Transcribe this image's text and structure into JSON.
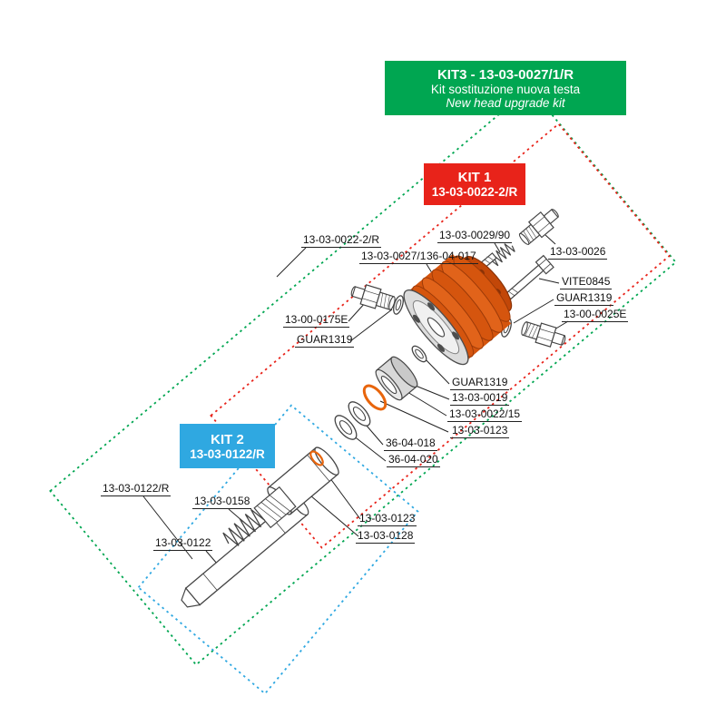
{
  "kit3": {
    "title": "KIT3 - 13-03-0027/1/R",
    "subtitle_it": "Kit sostituzione nuova testa",
    "subtitle_en": "New head upgrade kit",
    "color": "#00a651"
  },
  "kit1": {
    "title": "KIT 1",
    "code": "13-03-0022-2/R",
    "color": "#e8231a"
  },
  "kit2": {
    "title": "KIT 2",
    "code": "13-03-0122/R",
    "color": "#2fa8e1"
  },
  "colors": {
    "oring_orange": "#e8650c",
    "head_orange": "#d5550e",
    "outline_gray": "#444444"
  },
  "labels": {
    "head_kit_code": "13-03-0022-2/R",
    "head_casting": "13-03-0027/1",
    "screw_36_04_017": "36-04-017",
    "valve_spring": "13-03-0029/90",
    "top_fitting": "13-03-0026",
    "bolt_vite": "VITE0845",
    "gasket_right": "GUAR1319",
    "right_fitting": "13-00-0025E",
    "left_fitting": "13-00-0175E",
    "gasket_left": "GUAR1319",
    "gasket_bottom": "GUAR1319",
    "seal_ring": "13-03-0019",
    "seal_housing": "13-03-0022/15",
    "oring_upper": "13-03-0123",
    "washer_36_04_018": "36-04-018",
    "washer_36_04_020": "36-04-020",
    "plunger_kit_code": "13-03-0122/R",
    "spring": "13-03-0158",
    "plunger": "13-03-0122",
    "oring_lower": "13-03-0123",
    "sleeve": "13-03-0128"
  }
}
